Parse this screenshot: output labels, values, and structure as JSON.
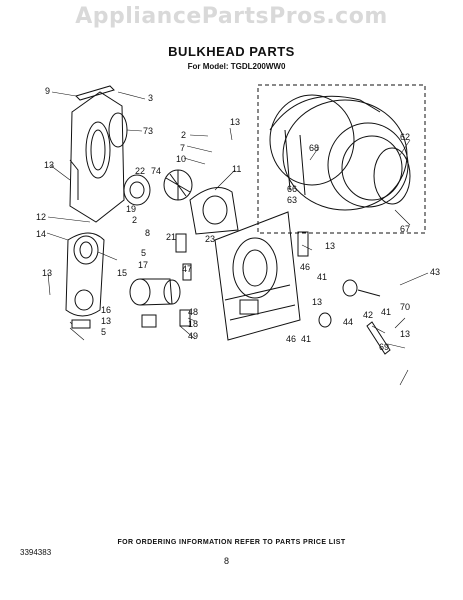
{
  "watermark": "AppliancePartsPros.com",
  "title": "BULKHEAD PARTS",
  "model": "For Model: TGDL200WW0",
  "footer_note": "FOR ORDERING INFORMATION REFER TO PARTS PRICE LIST",
  "doc_number": "3394383",
  "page_number": "8",
  "callouts": [
    "9",
    "3",
    "73",
    "2",
    "13",
    "7",
    "10",
    "22",
    "74",
    "11",
    "68",
    "62",
    "66",
    "63",
    "67",
    "13",
    "12",
    "14",
    "19",
    "2",
    "8",
    "23",
    "21",
    "5",
    "17",
    "15",
    "47",
    "13",
    "46",
    "41",
    "13",
    "43",
    "16",
    "13",
    "5",
    "48",
    "18",
    "49",
    "13",
    "44",
    "42",
    "41",
    "70",
    "46",
    "41",
    "69",
    "13"
  ]
}
